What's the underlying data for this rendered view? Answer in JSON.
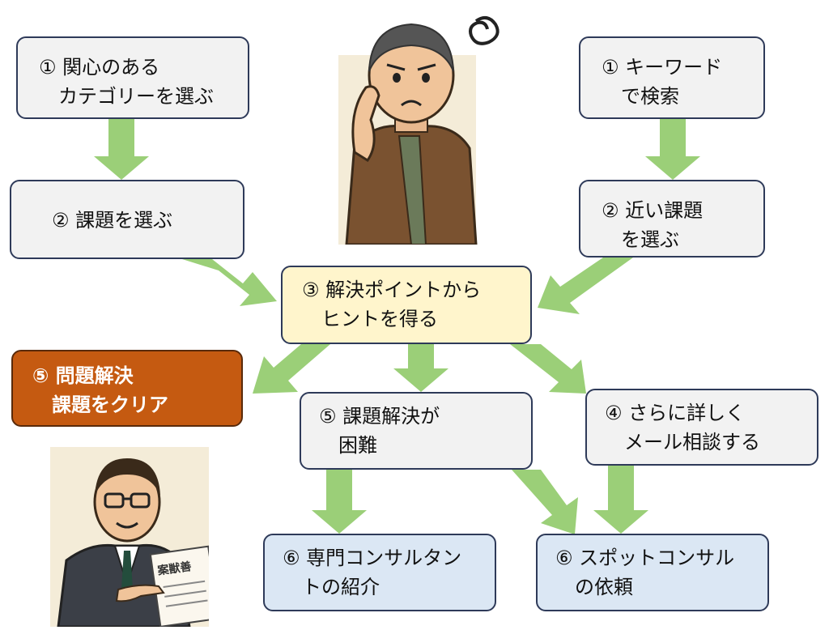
{
  "boxes": {
    "cat": {
      "lines": [
        "① 関心のある",
        "　カテゴリーを選ぶ"
      ]
    },
    "kw": {
      "lines": [
        "① キーワード",
        "　で検索"
      ]
    },
    "select": {
      "lines": [
        "② 課題を選ぶ"
      ]
    },
    "near": {
      "lines": [
        "② 近い課題",
        "　を選ぶ"
      ]
    },
    "hint": {
      "lines": [
        "③ 解決ポイントから",
        "　ヒントを得る"
      ]
    },
    "clear": {
      "lines": [
        "⑤ 問題解決",
        "　課題をクリア"
      ]
    },
    "difficult": {
      "lines": [
        "⑤ 課題解決が",
        "　困難"
      ]
    },
    "mail": {
      "lines": [
        "④ さらに詳しく",
        "　メール相談する"
      ]
    },
    "expert": {
      "lines": [
        "⑥ 専門コンサルタン",
        "　トの紹介"
      ]
    },
    "spot": {
      "lines": [
        "⑥ スポットコンサル",
        "　の依頼"
      ]
    }
  },
  "illustrations": {
    "worried_man": "worried-man-illustration",
    "consultant": "consultant-illustration",
    "document_text": "案獣善"
  },
  "colors": {
    "arrow": "#9bcf78",
    "box_default": "#f2f2f2",
    "box_hint": "#fff5cc",
    "box_consult": "#dbe7f4",
    "box_clear": "#c55a11"
  }
}
